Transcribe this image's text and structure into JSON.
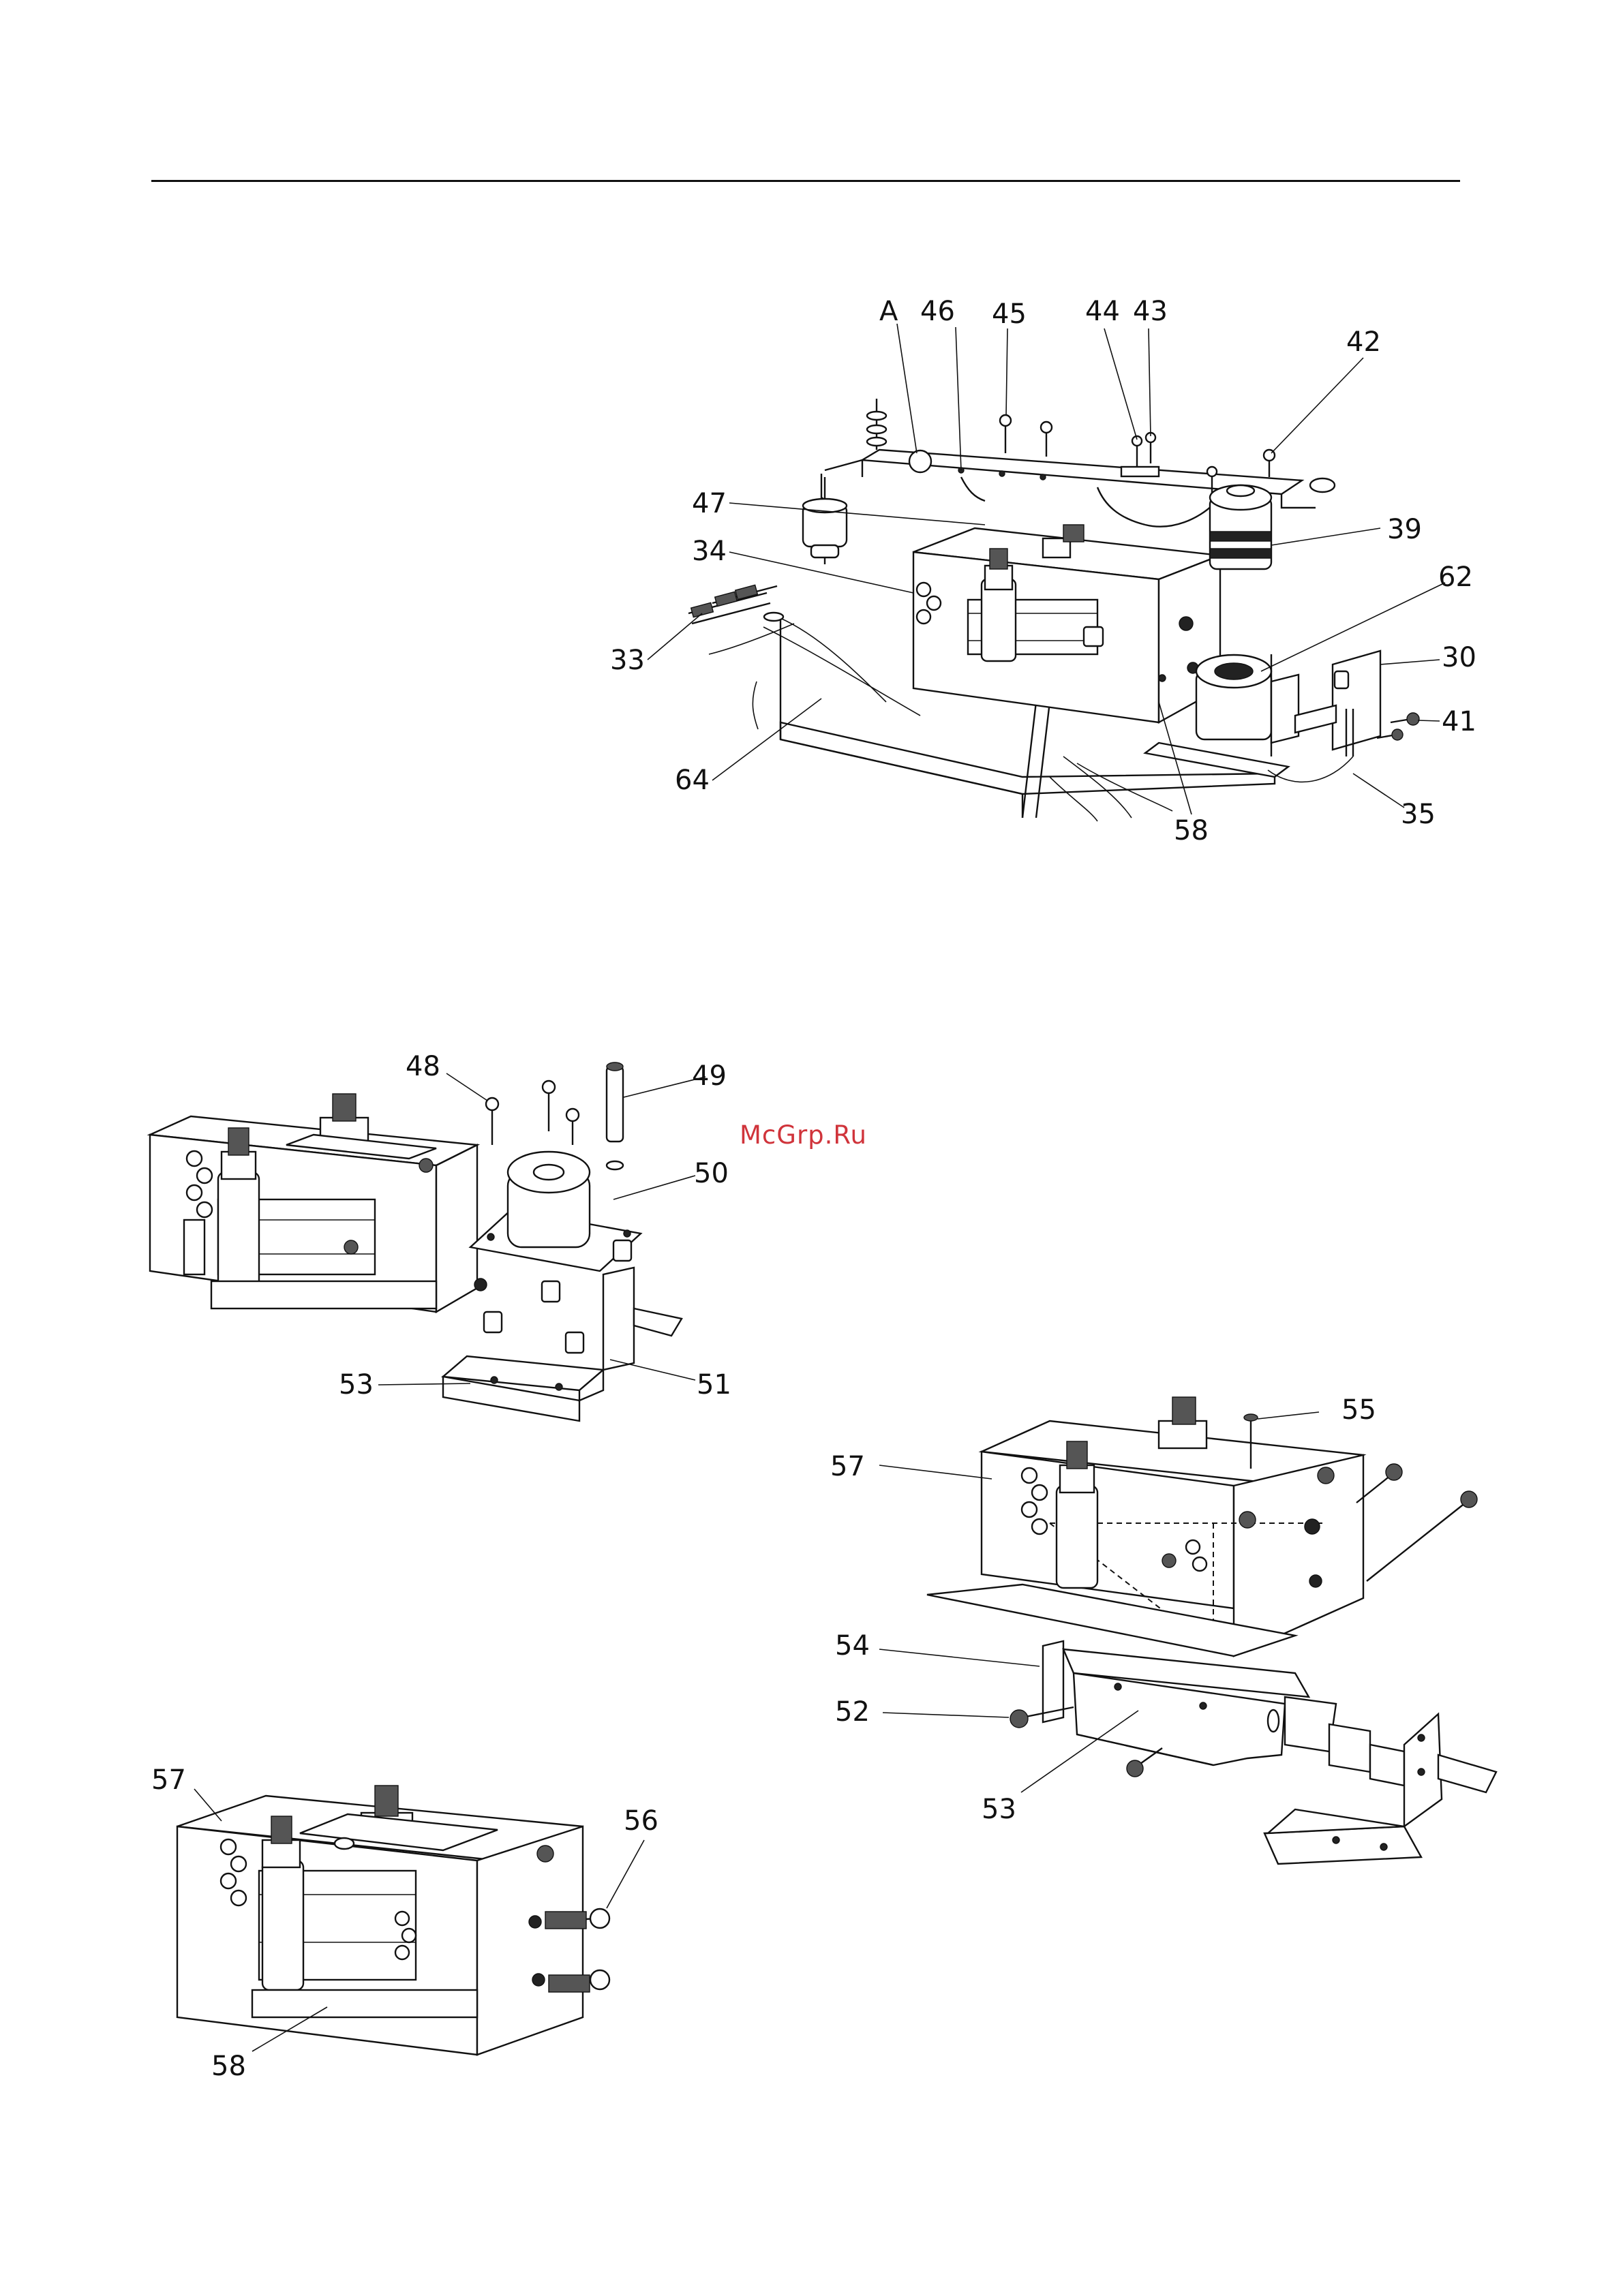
{
  "watermark": "McGrp.Ru",
  "figure1": {
    "labels": {
      "A": "A",
      "l46": "46",
      "l45": "45",
      "l44": "44",
      "l43": "43",
      "l42": "42",
      "l47": "47",
      "l34": "34",
      "l39": "39",
      "l62": "62",
      "l33": "33",
      "l30": "30",
      "l41": "41",
      "l64": "64",
      "l58": "58",
      "l35": "35"
    }
  },
  "figure2": {
    "labels": {
      "l48": "48",
      "l49": "49",
      "l50": "50",
      "l53": "53",
      "l51": "51"
    }
  },
  "figure3": {
    "labels": {
      "l55": "55",
      "l57": "57",
      "l54": "54",
      "l52": "52",
      "l53": "53"
    }
  },
  "figure4": {
    "labels": {
      "l57": "57",
      "l56": "56",
      "l58": "58"
    }
  }
}
